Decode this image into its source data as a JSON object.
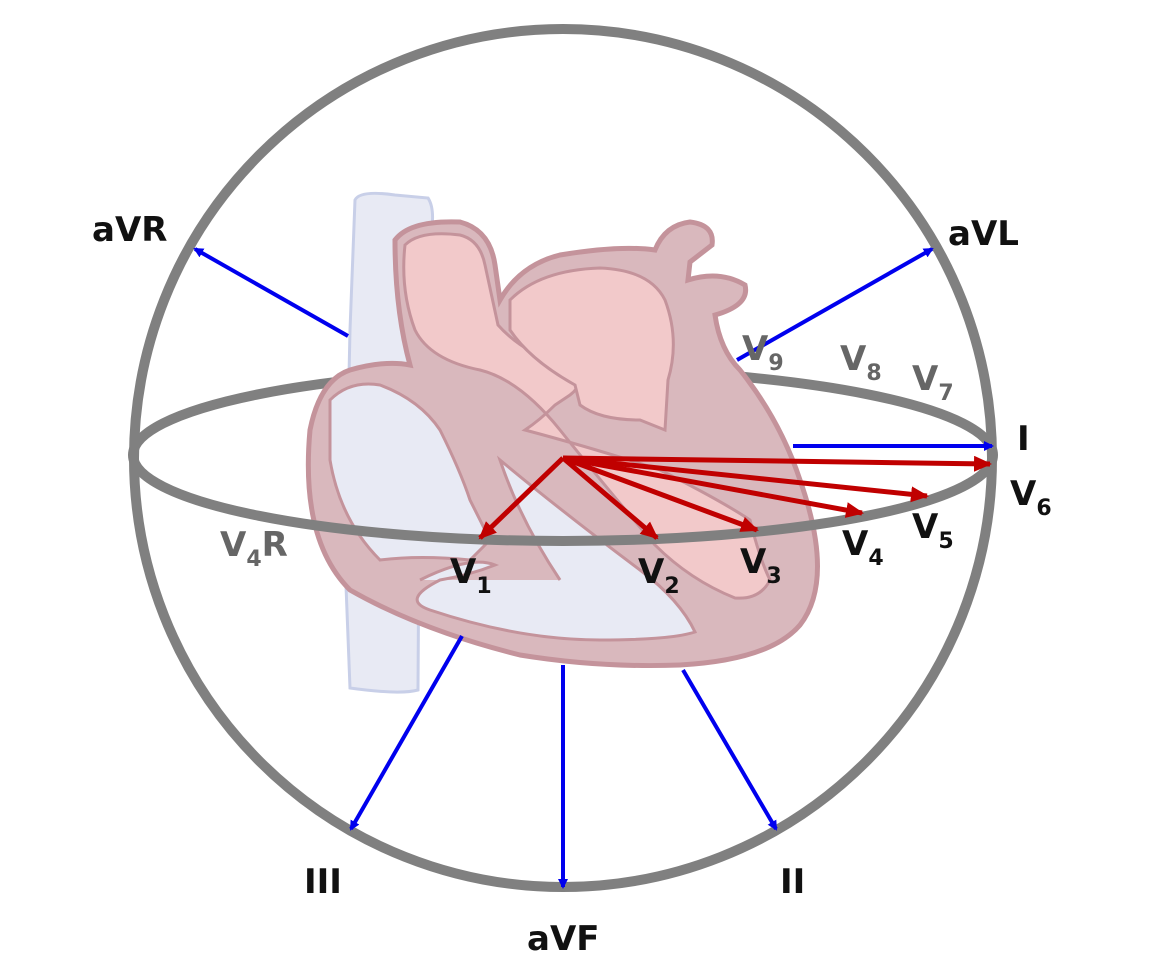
{
  "title": "ECG lead axes around the heart",
  "colors": {
    "frame": "#808080",
    "limb_leads": "#0000ee",
    "chest_leads": "#c00000",
    "heart_fill": "#d9b8bd",
    "heart_stroke": "#c4939b",
    "chamber_fill": "#f2c9ca",
    "vessel_fill": "#e8eaf4"
  },
  "limb_leads": {
    "aVR": "aVR",
    "aVL": "aVL",
    "I": "I",
    "II": "II",
    "III": "III",
    "aVF": "aVF"
  },
  "chest_leads": {
    "V1": {
      "base": "V",
      "sub": "1"
    },
    "V2": {
      "base": "V",
      "sub": "2"
    },
    "V3": {
      "base": "V",
      "sub": "3"
    },
    "V4": {
      "base": "V",
      "sub": "4"
    },
    "V5": {
      "base": "V",
      "sub": "5"
    },
    "V6": {
      "base": "V",
      "sub": "6"
    }
  },
  "posterior_right_leads": {
    "V7": {
      "base": "V",
      "sub": "7"
    },
    "V8": {
      "base": "V",
      "sub": "8"
    },
    "V9": {
      "base": "V",
      "sub": "9"
    },
    "V4R": {
      "base": "V",
      "sub": "4",
      "suffix": "R"
    }
  }
}
